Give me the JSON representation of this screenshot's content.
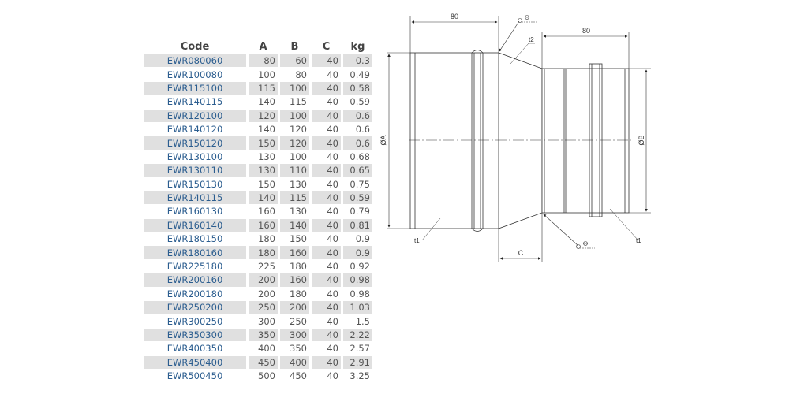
{
  "table": {
    "headers": [
      "Code",
      "A",
      "B",
      "C",
      "kg"
    ],
    "rows": [
      [
        "EWR080060",
        "80",
        "60",
        "40",
        "0.3"
      ],
      [
        "EWR100080",
        "100",
        "80",
        "40",
        "0.49"
      ],
      [
        "EWR115100",
        "115",
        "100",
        "40",
        "0.58"
      ],
      [
        "EWR140115",
        "140",
        "115",
        "40",
        "0.59"
      ],
      [
        "EWR120100",
        "120",
        "100",
        "40",
        "0.6"
      ],
      [
        "EWR140120",
        "140",
        "120",
        "40",
        "0.6"
      ],
      [
        "EWR150120",
        "150",
        "120",
        "40",
        "0.6"
      ],
      [
        "EWR130100",
        "130",
        "100",
        "40",
        "0.68"
      ],
      [
        "EWR130110",
        "130",
        "110",
        "40",
        "0.65"
      ],
      [
        "EWR150130",
        "150",
        "130",
        "40",
        "0.75"
      ],
      [
        "EWR140115",
        "140",
        "115",
        "40",
        "0.59"
      ],
      [
        "EWR160130",
        "160",
        "130",
        "40",
        "0.79"
      ],
      [
        "EWR160140",
        "160",
        "140",
        "40",
        "0.81"
      ],
      [
        "EWR180150",
        "180",
        "150",
        "40",
        "0.9"
      ],
      [
        "EWR180160",
        "180",
        "160",
        "40",
        "0.9"
      ],
      [
        "EWR225180",
        "225",
        "180",
        "40",
        "0.92"
      ],
      [
        "EWR200160",
        "200",
        "160",
        "40",
        "0.98"
      ],
      [
        "EWR200180",
        "200",
        "180",
        "40",
        "0.98"
      ],
      [
        "EWR250200",
        "250",
        "200",
        "40",
        "1.03"
      ],
      [
        "EWR300250",
        "300",
        "250",
        "40",
        "1.5"
      ],
      [
        "EWR350300",
        "350",
        "300",
        "40",
        "2.22"
      ],
      [
        "EWR400350",
        "400",
        "350",
        "40",
        "2.57"
      ],
      [
        "EWR450400",
        "450",
        "400",
        "40",
        "2.91"
      ],
      [
        "EWR500450",
        "500",
        "450",
        "40",
        "3.25"
      ]
    ]
  },
  "drawing": {
    "dim_left_length": "80",
    "dim_right_length": "80",
    "dim_c": "C",
    "dim_a": "ØA",
    "dim_b": "ØB",
    "label_t2": "t2",
    "label_t1_left": "t1",
    "label_t1_right": "t1"
  }
}
